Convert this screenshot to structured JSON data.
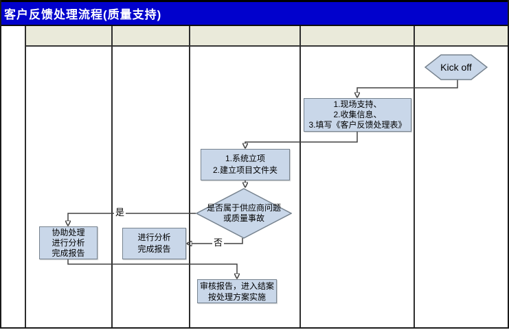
{
  "title": "客户反馈处理流程(质量支持)",
  "nodes": {
    "kickoff": {
      "label": "Kick off"
    },
    "collect": {
      "lines": [
        "1.现场支持、",
        "2.收集信息、",
        "3.填写《客户反馈处理表》"
      ]
    },
    "setup": {
      "lines": [
        "1.系统立项",
        "2.建立项目文件夹"
      ]
    },
    "decision": {
      "lines": [
        "是否属于供应商问题",
        "或质量事故"
      ]
    },
    "assist": {
      "lines": [
        "协助处理",
        "进行分析",
        "完成报告"
      ]
    },
    "analyze": {
      "lines": [
        "进行分析",
        "完成报告"
      ]
    },
    "review": {
      "lines": [
        "审核报告，进入结案",
        "按处理方案实施"
      ]
    }
  },
  "edges": {
    "yes_label": "是",
    "no_label": "否"
  },
  "colors": {
    "title_bg": "#0101cc",
    "title_fg": "#ffffff",
    "header_row_bg": "#eaeada",
    "shape_fill": "#c9d7e9",
    "shape_border": "#76828e",
    "connector": "#404040",
    "grid_line": "#2c2c2c"
  }
}
